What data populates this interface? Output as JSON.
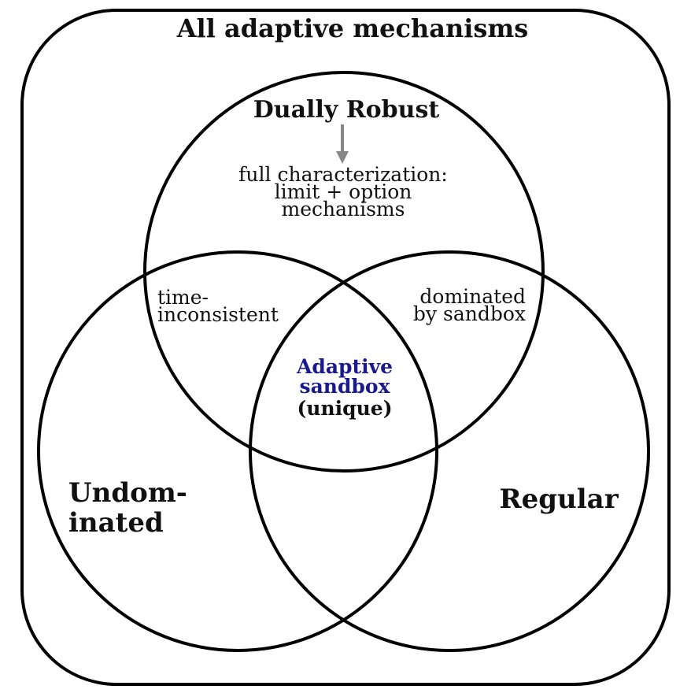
{
  "colors": {
    "stroke": "#000000",
    "arrow": "#888888",
    "highlight": "#1a1a8c",
    "text": "#111111"
  },
  "outer": {
    "title": "All adaptive mechanisms"
  },
  "sets": {
    "top": {
      "title": "Dually Robust",
      "note_line1": "full characterization:",
      "note_line2": "limit + option",
      "note_line3": "mechanisms"
    },
    "left": {
      "title_line1": "Undom-",
      "title_line2": "inated"
    },
    "right": {
      "title": "Regular"
    }
  },
  "intersections": {
    "top_left": {
      "line1": "time-",
      "line2": "inconsistent"
    },
    "top_right": {
      "line1": "dominated",
      "line2": "by sandbox"
    },
    "center": {
      "line1": "Adaptive",
      "line2": "sandbox",
      "line3": "(unique)"
    }
  }
}
